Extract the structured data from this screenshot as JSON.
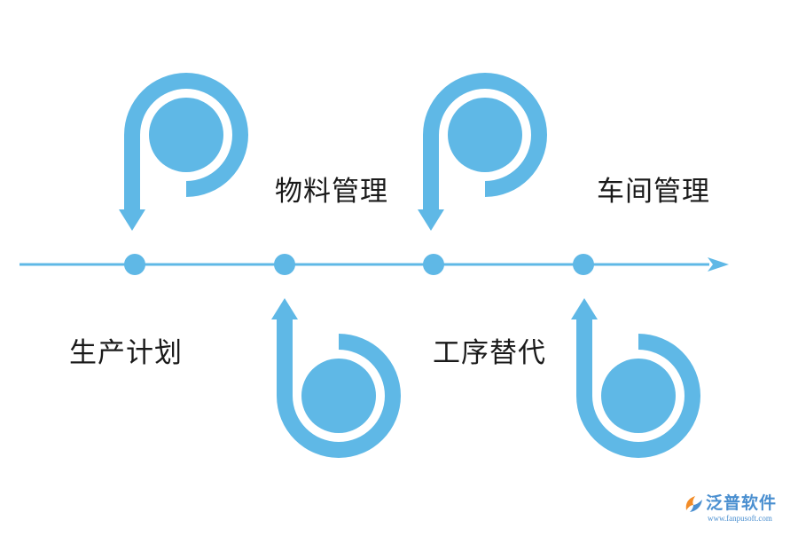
{
  "colors": {
    "accent": "#5fb8e6",
    "text": "#1a1a1a",
    "logo_blue": "#4a8fd0",
    "logo_orange": "#f28c28"
  },
  "steps": [
    {
      "label": "生产计划",
      "icon": "p-arrow-down-icon"
    },
    {
      "label": "物料管理",
      "icon": "b-arrow-up-icon"
    },
    {
      "label": "工序替代",
      "icon": "p-arrow-down-icon"
    },
    {
      "label": "车间管理",
      "icon": "b-arrow-up-icon"
    }
  ],
  "logo": {
    "name": "泛普软件",
    "url": "www.fanpusoft.com"
  }
}
